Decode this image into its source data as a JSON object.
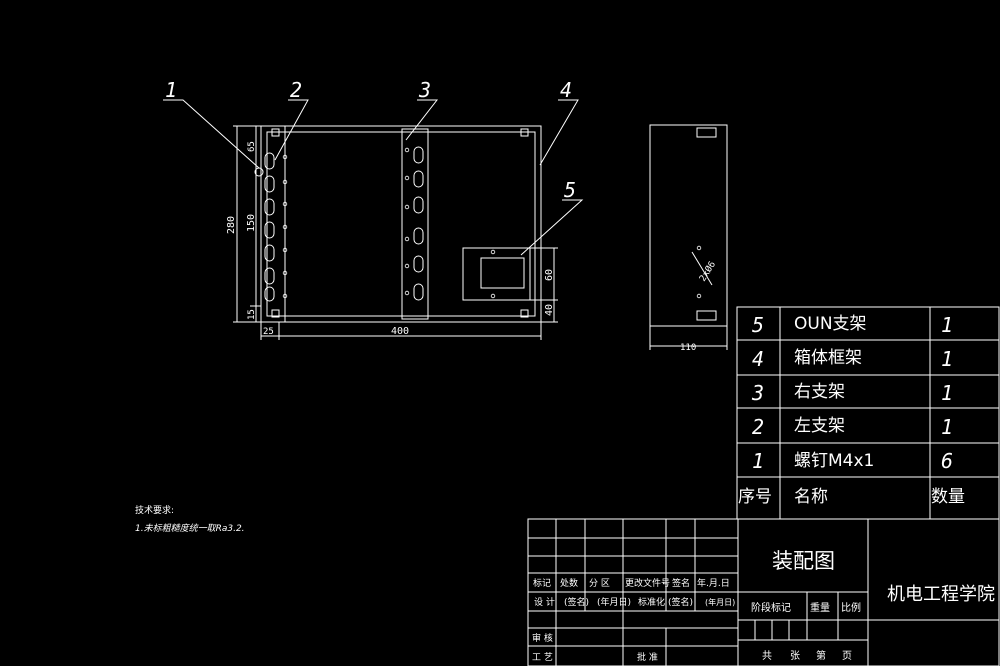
{
  "colors": {
    "background": "#000000",
    "line": "#ffffff"
  },
  "balloons": [
    "1",
    "2",
    "3",
    "4",
    "5"
  ],
  "dimensions": {
    "d65": "65",
    "d280": "280",
    "d150": "150",
    "d15": "15",
    "d25": "25",
    "d400": "400",
    "d60": "60",
    "d40": "40",
    "d110": "110",
    "hole": "2xØ6"
  },
  "notes": {
    "title": "技术要求:",
    "line1": "1.未标粗糙度统一取Ra3.2."
  },
  "bom": {
    "rows": [
      {
        "no": "5",
        "name": "OUN支架",
        "qty": "1"
      },
      {
        "no": "4",
        "name": "箱体框架",
        "qty": "1"
      },
      {
        "no": "3",
        "name": "右支架",
        "qty": "1"
      },
      {
        "no": "2",
        "name": "左支架",
        "qty": "1"
      },
      {
        "no": "1",
        "name": "螺钉M4x1",
        "qty": "6"
      }
    ],
    "header": {
      "no": "序号",
      "name": "名称",
      "qty": "数量"
    }
  },
  "title_block": {
    "rev_labels": [
      "标记",
      "处数",
      "分 区",
      "更改文件号",
      "签名",
      "年.月.日"
    ],
    "design_row": [
      "设 计",
      "(签名)",
      "(年月日)",
      "标准化",
      "(签名)",
      "(年月日)"
    ],
    "review": "审 核",
    "process": "工 艺",
    "approve": "批 准",
    "drawing_name": "装配图",
    "institution": "机电工程学院",
    "stage": "阶段标记",
    "weight": "重量",
    "scale": "比例",
    "total": "共",
    "sheets": "张",
    "page": "第",
    "page_unit": "页"
  }
}
